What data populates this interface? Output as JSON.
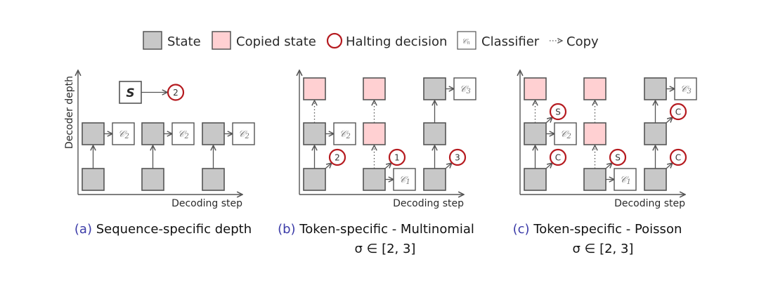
{
  "colors": {
    "state": "#c8c8c8",
    "copied": "#ffd0d2",
    "halting": "#b51a1f",
    "edge": "#555555",
    "caption_label": "#3b3ba8"
  },
  "legend": {
    "state": "State",
    "copied": "Copied state",
    "halting": "Halting decision",
    "classifier_symbol": "𝒞",
    "classifier_sub": "n",
    "classifier": "Classifier",
    "copy": "Copy"
  },
  "axes": {
    "y_label": "Decoder depth",
    "x_label": "Decoding step"
  },
  "panels": [
    {
      "id": "a",
      "caption_label": "(a)",
      "caption": "Sequence-specific depth",
      "sub": "",
      "sequence_box": "S",
      "sequence_decision": "2",
      "columns": [
        {
          "nodes": [
            "state",
            "state"
          ],
          "links": [
            "solid"
          ],
          "classifier": {
            "level": 1,
            "index": "2"
          },
          "decisions": []
        },
        {
          "nodes": [
            "state",
            "state"
          ],
          "links": [
            "solid"
          ],
          "classifier": {
            "level": 1,
            "index": "2"
          },
          "decisions": []
        },
        {
          "nodes": [
            "state",
            "state"
          ],
          "links": [
            "solid"
          ],
          "classifier": {
            "level": 1,
            "index": "2"
          },
          "decisions": []
        }
      ]
    },
    {
      "id": "b",
      "caption_label": "(b)",
      "caption": "Token-specific - Multinomial",
      "sub": "σ ∈ [2, 3]",
      "columns": [
        {
          "nodes": [
            "state",
            "state",
            "copied"
          ],
          "links": [
            "solid",
            "dotted"
          ],
          "classifier": {
            "level": 1,
            "index": "2"
          },
          "decisions": [
            {
              "level": 0,
              "text": "2"
            }
          ]
        },
        {
          "nodes": [
            "state",
            "copied",
            "copied"
          ],
          "links": [
            "dotted",
            "dotted"
          ],
          "classifier": {
            "level": 0,
            "index": "1"
          },
          "decisions": [
            {
              "level": 0,
              "text": "1"
            }
          ]
        },
        {
          "nodes": [
            "state",
            "state",
            "state"
          ],
          "links": [
            "solid",
            "solid"
          ],
          "classifier": {
            "level": 2,
            "index": "3"
          },
          "decisions": [
            {
              "level": 0,
              "text": "3"
            }
          ]
        }
      ]
    },
    {
      "id": "c",
      "caption_label": "(c)",
      "caption": "Token-specific - Poisson",
      "sub": "σ ∈ [2, 3]",
      "columns": [
        {
          "nodes": [
            "state",
            "state",
            "copied"
          ],
          "links": [
            "solid",
            "dotted"
          ],
          "classifier": {
            "level": 1,
            "index": "2"
          },
          "decisions": [
            {
              "level": 0,
              "text": "C"
            },
            {
              "level": 1,
              "text": "S"
            }
          ]
        },
        {
          "nodes": [
            "state",
            "copied",
            "copied"
          ],
          "links": [
            "dotted",
            "dotted"
          ],
          "classifier": {
            "level": 0,
            "index": "1"
          },
          "decisions": [
            {
              "level": 0,
              "text": "S"
            }
          ]
        },
        {
          "nodes": [
            "state",
            "state",
            "state"
          ],
          "links": [
            "solid",
            "solid"
          ],
          "classifier": {
            "level": 2,
            "index": "3"
          },
          "decisions": [
            {
              "level": 0,
              "text": "C"
            },
            {
              "level": 1,
              "text": "C"
            }
          ]
        }
      ]
    }
  ]
}
